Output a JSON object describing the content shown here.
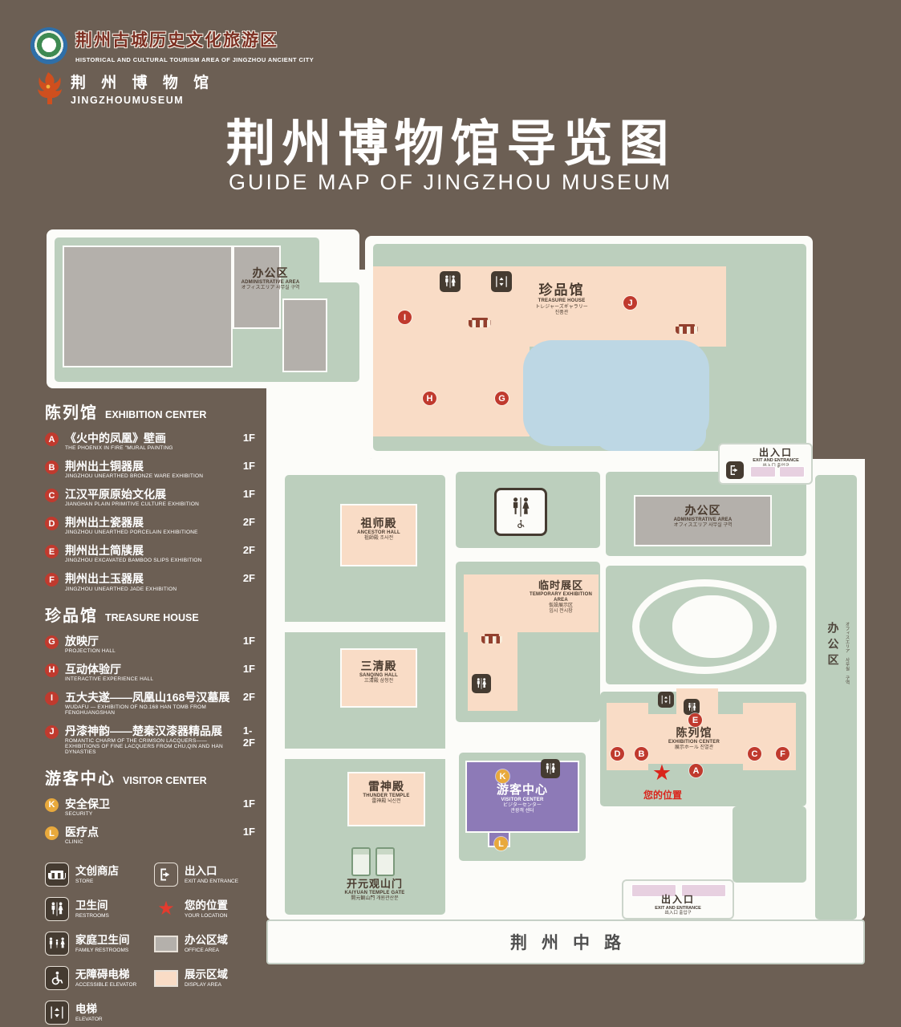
{
  "header": {
    "tourism_logo": {
      "zh": "荆州古城历史文化旅游区",
      "en": "HISTORICAL AND CULTURAL TOURISM AREA OF JINGZHOU ANCIENT CITY"
    },
    "museum_logo": {
      "zh": "荆 州 博 物 馆",
      "en": "JINGZHOUMUSEUM"
    },
    "title": "荆州博物馆导览图",
    "subtitle": "GUIDE MAP OF JINGZHOU MUSEUM"
  },
  "legend": {
    "sections": [
      {
        "title_zh": "陈列馆",
        "title_en": "EXHIBITION CENTER",
        "items": [
          {
            "marker": "A",
            "zh": "《火中的凤凰》壁画",
            "en": "THE PHOENIX IN FIRE \"MURAL PAINTING",
            "floor": "1F"
          },
          {
            "marker": "B",
            "zh": "荆州出土铜器展",
            "en": "JINGZHOU UNEARTHED BRONZE WARE EXHIBITION",
            "floor": "1F"
          },
          {
            "marker": "C",
            "zh": "江汉平原原始文化展",
            "en": "JIANGHAN PLAIN PRIMITIVE CULTURE EXHIBITION",
            "floor": "1F"
          },
          {
            "marker": "D",
            "zh": "荆州出土瓷器展",
            "en": "JINGZHOU UNEARTHED PORCELAIN EXHIBITIONE",
            "floor": "2F"
          },
          {
            "marker": "E",
            "zh": "荆州出土简牍展",
            "en": "JINGZHOU EXCAVATED BAMBOO SLIPS EXHIBITION",
            "floor": "2F"
          },
          {
            "marker": "F",
            "zh": "荆州出土玉器展",
            "en": "JINGZHOU UNEARTHED JADE EXHIBITION",
            "floor": "2F"
          }
        ]
      },
      {
        "title_zh": "珍品馆",
        "title_en": "TREASURE HOUSE",
        "items": [
          {
            "marker": "G",
            "zh": "放映厅",
            "en": "PROJECTION HALL",
            "floor": "1F"
          },
          {
            "marker": "H",
            "zh": "互动体验厅",
            "en": "INTERACTIVE EXPERIENCE HALL",
            "floor": "1F"
          },
          {
            "marker": "I",
            "zh": "五大夫遂——凤凰山168号汉墓展",
            "en": "WUDAFU — EXHIBITION OF NO.168 HAN TOMB FROM FENGHUANGSHAN",
            "floor": "2F"
          },
          {
            "marker": "J",
            "zh": "丹漆神韵——楚秦汉漆器精品展",
            "en": "ROMANTIC CHARM OF THE CRIMSON LACQUERS——EXHIBITIONS OF FINE LACQUERS FROM CHU,QIN AND HAN DYNASTIES",
            "floor": "1-2F"
          }
        ]
      },
      {
        "title_zh": "游客中心",
        "title_en": "VISITOR CENTER",
        "items": [
          {
            "marker": "K",
            "zh": "安全保卫",
            "en": "SECURITY",
            "floor": "1F"
          },
          {
            "marker": "L",
            "zh": "医疗点",
            "en": "CLINIC",
            "floor": "1F"
          }
        ]
      }
    ],
    "symbols": [
      {
        "icon": "store-icon",
        "zh": "文创商店",
        "en": "STORE"
      },
      {
        "icon": "exit-icon",
        "zh": "出入口",
        "en": "EXIT AND ENTRANCE"
      },
      {
        "icon": "restroom-icon",
        "zh": "卫生间",
        "en": "RESTROOMS"
      },
      {
        "icon": "location-star-icon",
        "zh": "您的位置",
        "en": "YOUR LOCATION"
      },
      {
        "icon": "family-restroom-icon",
        "zh": "家庭卫生间",
        "en": "FAMILY RESTROOMS"
      },
      {
        "icon": "office-area-swatch",
        "zh": "办公区域",
        "en": "OFFICE AREA"
      },
      {
        "icon": "accessible-elevator-icon",
        "zh": "无障碍电梯",
        "en": "ACCESSIBLE ELEVATOR"
      },
      {
        "icon": "display-area-swatch",
        "zh": "展示区域",
        "en": "DISPLAY AREA"
      },
      {
        "icon": "elevator-icon",
        "zh": "电梯",
        "en": "ELEVATOR"
      }
    ]
  },
  "map": {
    "buildings": {
      "admin_top_left": {
        "zh": "办公区",
        "en": "ADMINISTRATIVE AREA",
        "sub": "オフィスエリア 사무실 구역"
      },
      "treasure_house": {
        "zh": "珍品馆",
        "en": "TREASURE HOUSE",
        "sub1": "トレジャーズギャラリー",
        "sub2": "진품관"
      },
      "admin_right": {
        "zh": "办公区",
        "en": "ADMINISTRATIVE AREA",
        "sub": "オフィスエリア 사무실 구역"
      },
      "ancestor_hall": {
        "zh": "祖师殿",
        "en": "ANCESTOR HALL",
        "sub": "祖師殿 조사전"
      },
      "temporary_exhibition": {
        "zh": "临时展区",
        "en": "TEMPORARY EXHIBITION AREA",
        "sub1": "仮設展示区",
        "sub2": "임시 전시장"
      },
      "sanqing_hall": {
        "zh": "三清殿",
        "en": "SANQING HALL",
        "sub": "三清殿 삼청전"
      },
      "thunder_temple": {
        "zh": "雷神殿",
        "en": "THUNDER TEMPLE",
        "sub": "雷神殿 뇌신전"
      },
      "exhibition_center": {
        "zh": "陈列馆",
        "en": "EXHIBITION CENTER",
        "sub": "展示ホール 진열관"
      },
      "visitor_center": {
        "zh": "游客中心",
        "en": "VISITOR CENTER",
        "sub1": "ビジターセンター",
        "sub2": "관광객 센터"
      },
      "admin_strip": {
        "zh": "办公区",
        "sub": "オフィスエリア 사무실 구역"
      },
      "kaiyuan_gate": {
        "zh": "开元观山门",
        "en": "KAIYUAN TEMPLE GATE",
        "sub": "開元観山門 개원관산문"
      }
    },
    "exits": {
      "top": {
        "zh": "出入口",
        "en": "EXIT AND ENTRANCE",
        "sub": "出入口 출입구"
      },
      "bottom": {
        "zh": "出入口",
        "en": "EXIT AND ENTRANCE",
        "sub": "出入口 출입구"
      }
    },
    "your_location": "您的位置",
    "star_glyph": "★",
    "road": "荆州中路",
    "markers": [
      {
        "letter": "I"
      },
      {
        "letter": "J"
      },
      {
        "letter": "H"
      },
      {
        "letter": "G"
      },
      {
        "letter": "E"
      },
      {
        "letter": "D"
      },
      {
        "letter": "B"
      },
      {
        "letter": "A"
      },
      {
        "letter": "C"
      },
      {
        "letter": "F"
      },
      {
        "letter": "K"
      },
      {
        "letter": "L"
      }
    ]
  },
  "icons": {
    "restroom-icon": "male-female-figures",
    "family-restroom-icon": "family-figures",
    "elevator-icon": "up-down-arrows",
    "accessible-elevator-icon": "wheelchair-figure",
    "store-icon": "striped-awning",
    "exit-icon": "door-with-arrow",
    "location-star-icon": "★",
    "gate-icon": "gate-tower"
  },
  "colors": {
    "background": "#6c5f54",
    "map_green": "#bccfbd",
    "display_pink": "#f9dcc6",
    "office_gray": "#b4b0ab",
    "pond_blue": "#bdd7e4",
    "visitor_purple": "#8d7ab7",
    "marker_red": "#c03a2e",
    "marker_yellow": "#e8a93c",
    "location_red": "#da251c"
  }
}
